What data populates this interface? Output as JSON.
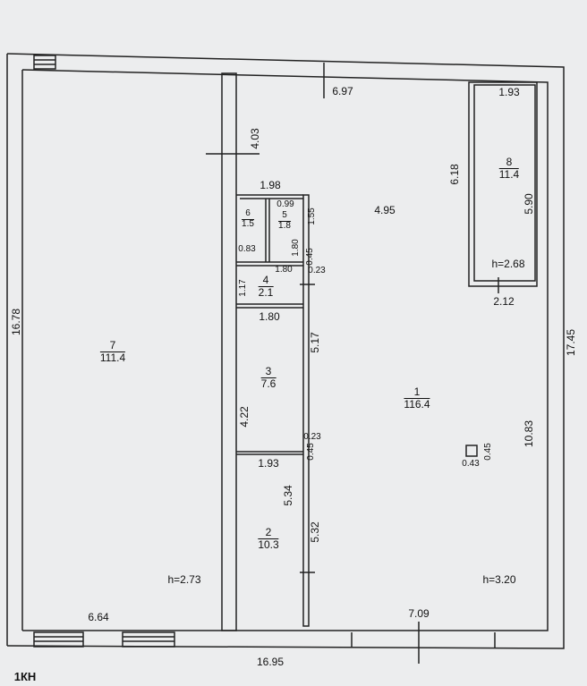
{
  "plan": {
    "sheet_label": "1КН",
    "rooms": [
      {
        "number": "1",
        "area": "116.4"
      },
      {
        "number": "2",
        "area": "10.3"
      },
      {
        "number": "3",
        "area": "7.6"
      },
      {
        "number": "4",
        "area": "2.1"
      },
      {
        "number": "5",
        "area": "1.8"
      },
      {
        "number": "6",
        "area": "1.5"
      },
      {
        "number": "7",
        "area": "111.4"
      },
      {
        "number": "8",
        "area": "11.4"
      }
    ],
    "heights": {
      "room7": "h=2.73",
      "room1": "h=3.20",
      "room8": "h=2.68"
    },
    "dims": {
      "top": "6.97",
      "r8_top": "1.93",
      "d403": "4.03",
      "d618": "6.18",
      "d590": "5.90",
      "d198": "1.98",
      "d495": "4.95",
      "d099": "0.99",
      "d155": "1.55",
      "d083": "0.83",
      "d180v": "1.80",
      "d045a": "0.45",
      "d180h": "1.80",
      "d023a": "0.23",
      "d117": "1.17",
      "d212": "2.12",
      "d180c": "1.80",
      "d1678": "16.78",
      "d517": "5.17",
      "d1745": "17.45",
      "d422": "4.22",
      "d023b": "0.23",
      "d045b": "0.45",
      "d1083": "10.83",
      "d045c": "0.45",
      "d043": "0.43",
      "d193": "1.93",
      "d534": "5.34",
      "d532": "5.32",
      "d664": "6.64",
      "d709": "7.09",
      "d1695": "16.95"
    }
  }
}
